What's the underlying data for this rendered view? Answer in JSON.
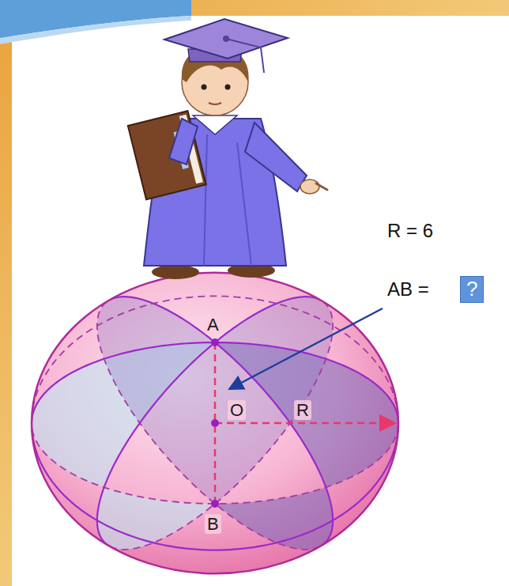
{
  "diagram": {
    "nodes": [
      {
        "text": [
          "?"
        ]
      }
    ],
    "labels": [
      "R = 6",
      "AB =",
      "A",
      "O",
      "R",
      "B"
    ]
  }
}
